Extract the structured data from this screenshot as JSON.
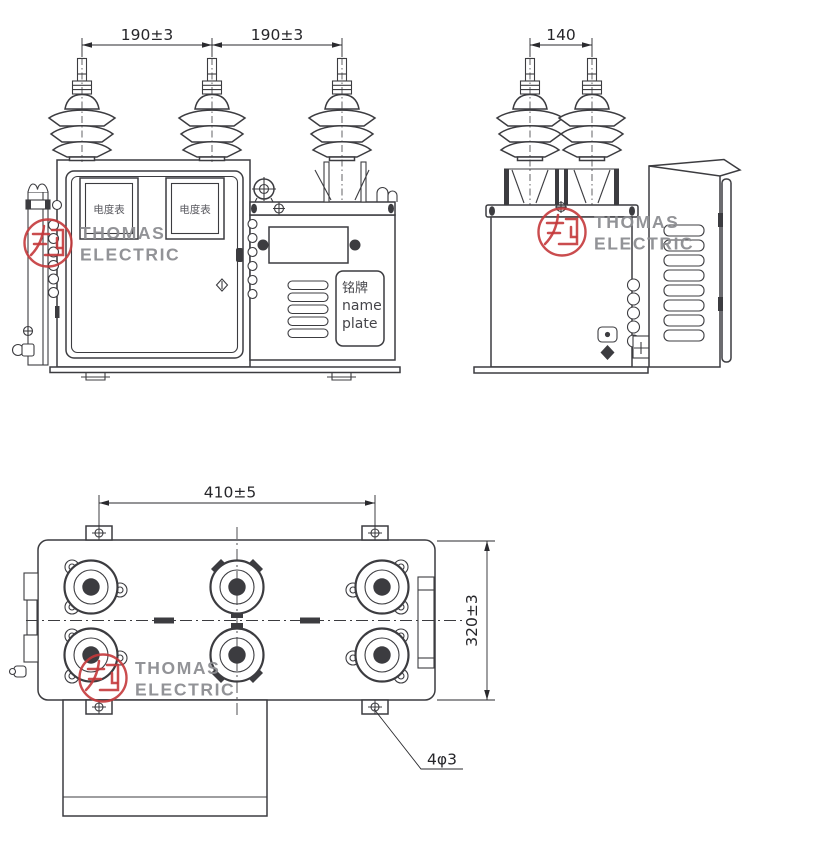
{
  "page": {
    "background": "#ffffff",
    "line_color": "#3c3c40",
    "dim_text_color": "#26262a"
  },
  "watermark": {
    "line1": "THOMAS",
    "line2": "ELECTRIC",
    "logo_color": "#c4383b",
    "text_color": "#8d8e92"
  },
  "views": {
    "front": {
      "dim_left_spacing": "190±3",
      "dim_right_spacing": "190±3",
      "meter_window_label": "电度表",
      "nameplate_zh": "铭牌",
      "nameplate_en1": "name",
      "nameplate_en2": "plate"
    },
    "side": {
      "dim_bushing_spacing": "140"
    },
    "top": {
      "dim_width": "410±5",
      "dim_depth": "320±3",
      "mounting_hole_note": "4φ3"
    }
  }
}
